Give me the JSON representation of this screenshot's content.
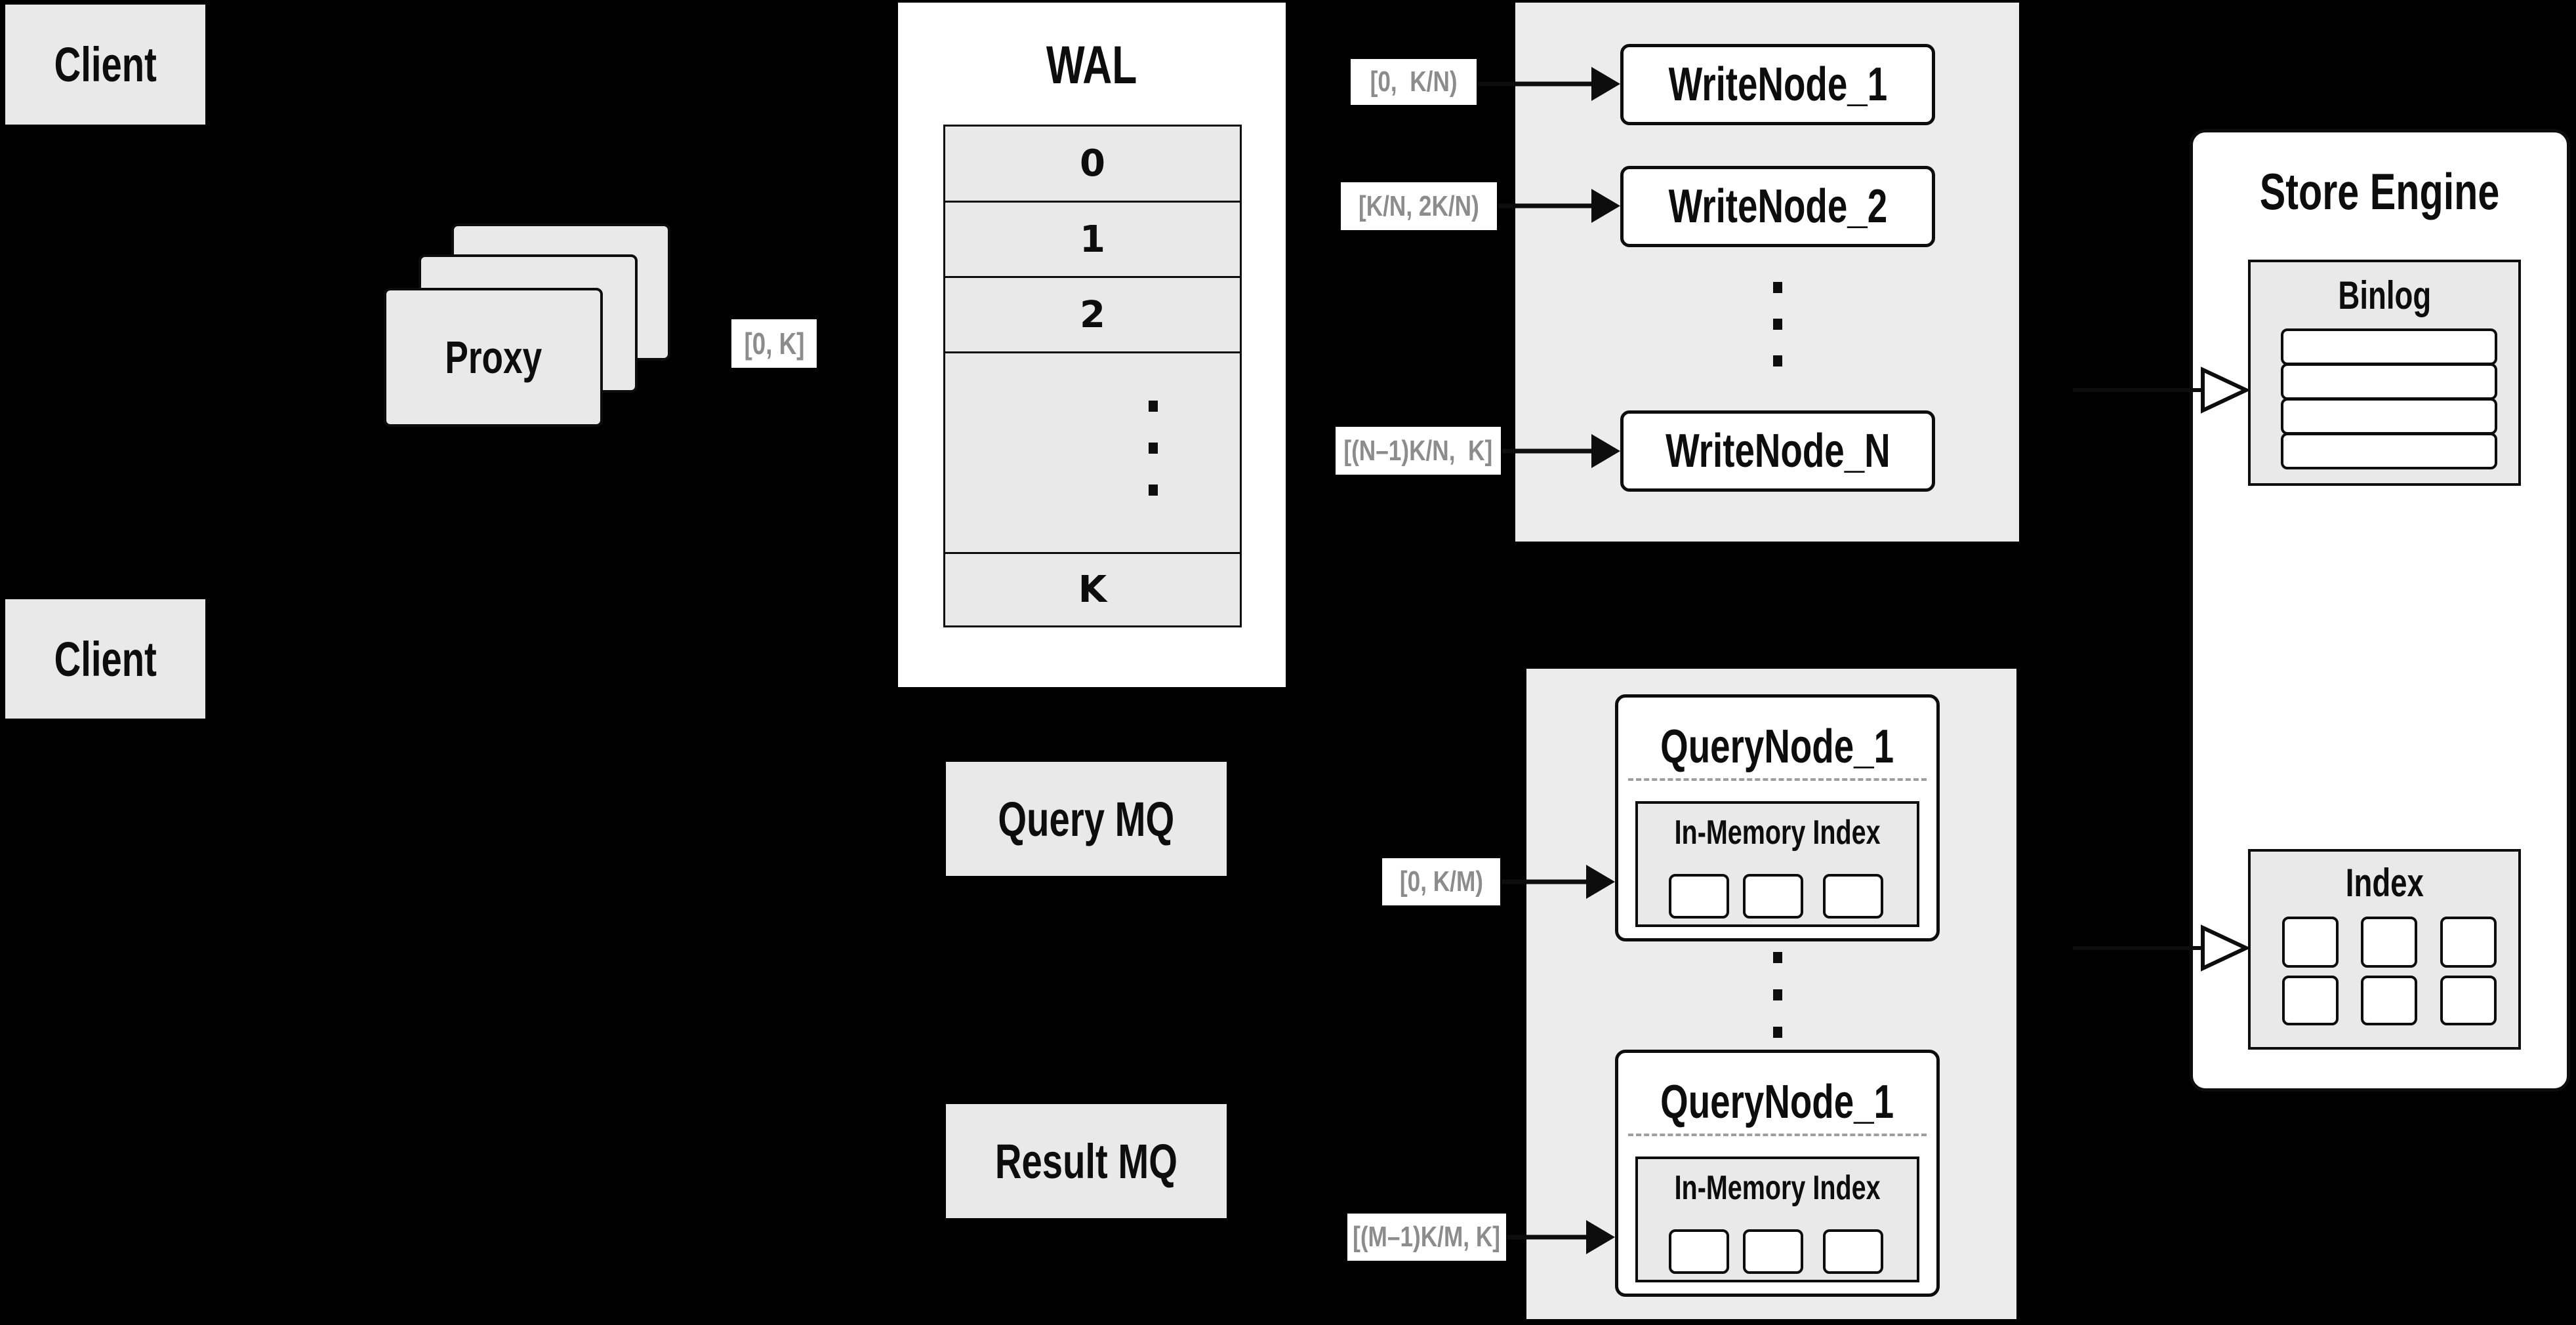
{
  "diagram": {
    "clients": {
      "top_label": "Client",
      "bottom_label": "Client"
    },
    "proxy": {
      "label": "Proxy"
    },
    "wal": {
      "title": "WAL",
      "slots": [
        "0",
        "1",
        "2"
      ],
      "ellipsis": "⋮",
      "last_slot": "K"
    },
    "flow_labels": {
      "proxy_to_wal": "[0, K]",
      "wal_to_write_1": "[0,  K/N)",
      "wal_to_write_2": "[K/N, 2K/N)",
      "wal_to_write_n": "[(N–1)K/N,  K]",
      "mq_to_query_top": "[0, K/M)",
      "mq_to_query_bottom": "[(M–1)K/M, K]"
    },
    "write_nodes": {
      "node_1": "WriteNode_1",
      "node_2": "WriteNode_2",
      "node_n": "WriteNode_N",
      "ellipsis": "⋮"
    },
    "mq": {
      "query_label": "Query MQ",
      "result_label": "Result MQ"
    },
    "query_nodes": {
      "ellipsis": "⋮",
      "node_top": {
        "title": "QueryNode_1",
        "index_title": "In-Memory Index"
      },
      "node_bottom": {
        "title": "QueryNode_1",
        "index_title": "In-Memory Index"
      }
    },
    "store_engine": {
      "title": "Store Engine",
      "binlog_title": "Binlog",
      "index_title": "Index"
    },
    "colors": {
      "background": "#000000",
      "panel_gray": "#e9e9e9",
      "node_white": "#ffffff",
      "line_black": "#0d0d0d",
      "range_label_text": "#8c8c8c",
      "dashed_divider": "#9e9e9e"
    }
  }
}
